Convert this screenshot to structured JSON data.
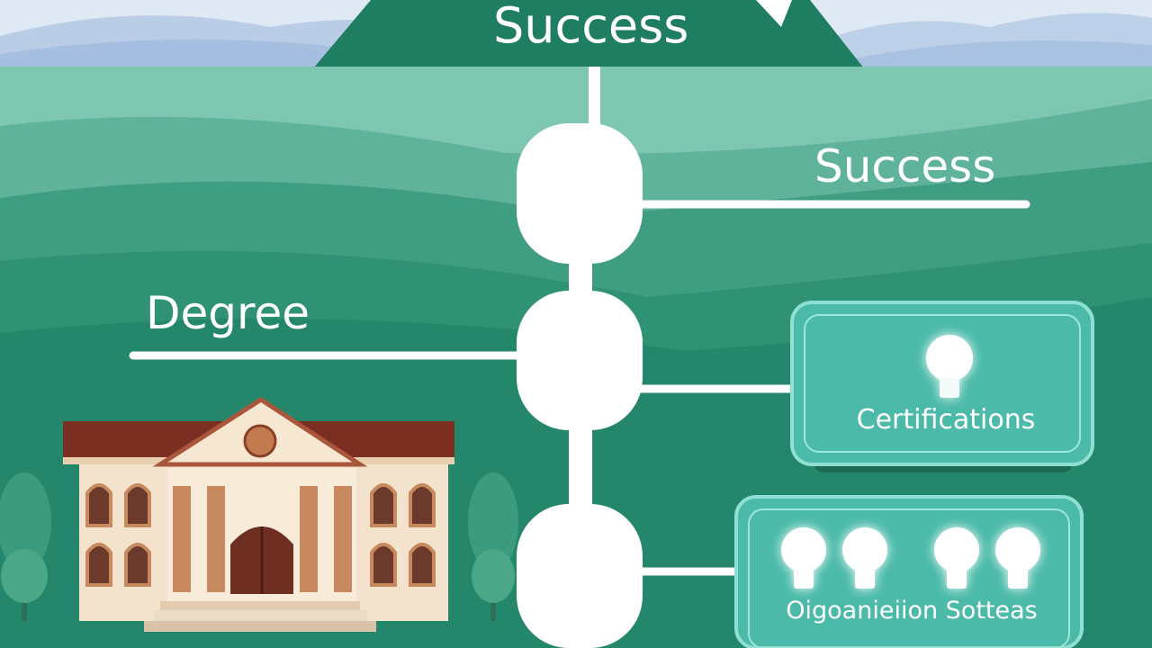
{
  "diagram": {
    "title": "Success",
    "milestone_success": "Success",
    "milestone_degree": "Degree",
    "card_certifications": "Certifications",
    "card_organizations": "Oigoanieiion Sotteas"
  },
  "icons": [
    "mountain-peak-icon",
    "university-building-icon",
    "lightbulb-icon",
    "tree-icon"
  ],
  "colors": {
    "sky": "#dfe9f4",
    "mountain": "#1f7d62",
    "hill_light": "#7cc6b2",
    "hill_mid": "#3f9e82",
    "hill_dark": "#24866a",
    "card": "#4bbaa9",
    "node": "#ffffff",
    "roof": "#7a2f22",
    "wall": "#f4e3cc"
  }
}
